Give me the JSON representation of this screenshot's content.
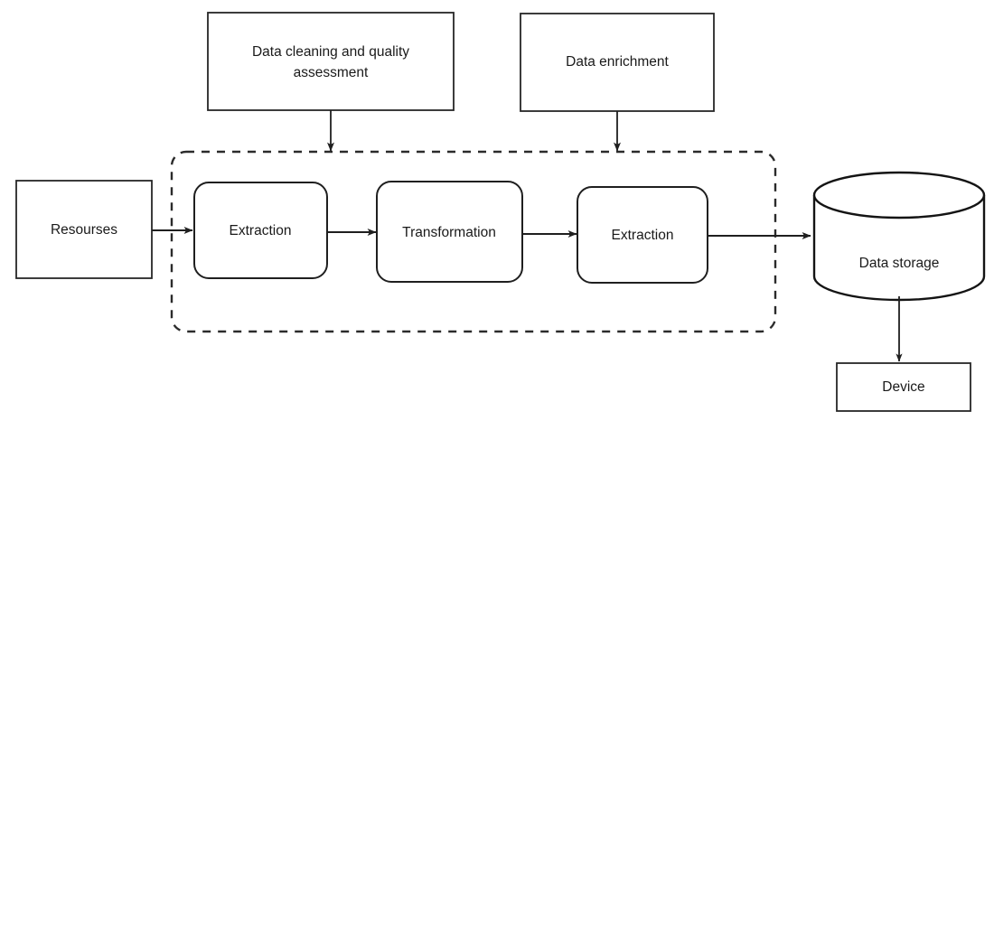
{
  "diagram": {
    "title": "ETL data pipeline diagram",
    "background_color": "#ffffff",
    "stroke_color": "#1f1f1f",
    "text_color": "#1a1a1a",
    "nodes": {
      "data_cleaning": {
        "label_line1": "Data cleaning and quality",
        "label_line2": "assessment",
        "shape": "rectangle"
      },
      "data_enrichment": {
        "label": "Data enrichment",
        "shape": "rectangle"
      },
      "resources": {
        "label": "Resourses",
        "shape": "rectangle"
      },
      "extraction_1": {
        "label": "Extraction",
        "shape": "rounded-rectangle"
      },
      "transformation": {
        "label": "Transformation",
        "shape": "rounded-rectangle"
      },
      "extraction_2": {
        "label": "Extraction",
        "shape": "rounded-rectangle"
      },
      "data_storage": {
        "label": "Data storage",
        "shape": "cylinder"
      },
      "device": {
        "label": "Device",
        "shape": "rectangle"
      }
    },
    "group": {
      "name": "etl-pipeline-group",
      "style": "dashed-rounded-rectangle",
      "label": ""
    },
    "edges": [
      {
        "name": "edge-data-cleaning-to-pipeline",
        "from": "data_cleaning",
        "to": "etl-pipeline-group",
        "arrow": "down"
      },
      {
        "name": "edge-data-enrichment-to-pipeline",
        "from": "data_enrichment",
        "to": "etl-pipeline-group",
        "arrow": "down"
      },
      {
        "name": "edge-resources-to-extraction-1",
        "from": "resources",
        "to": "extraction_1",
        "arrow": "right"
      },
      {
        "name": "edge-extraction-1-to-transformation",
        "from": "extraction_1",
        "to": "transformation",
        "arrow": "right"
      },
      {
        "name": "edge-transformation-to-extraction-2",
        "from": "transformation",
        "to": "extraction_2",
        "arrow": "right"
      },
      {
        "name": "edge-extraction-2-to-data-storage",
        "from": "extraction_2",
        "to": "data_storage",
        "arrow": "right"
      },
      {
        "name": "edge-data-storage-to-device",
        "from": "data_storage",
        "to": "device",
        "arrow": "down"
      }
    ]
  }
}
